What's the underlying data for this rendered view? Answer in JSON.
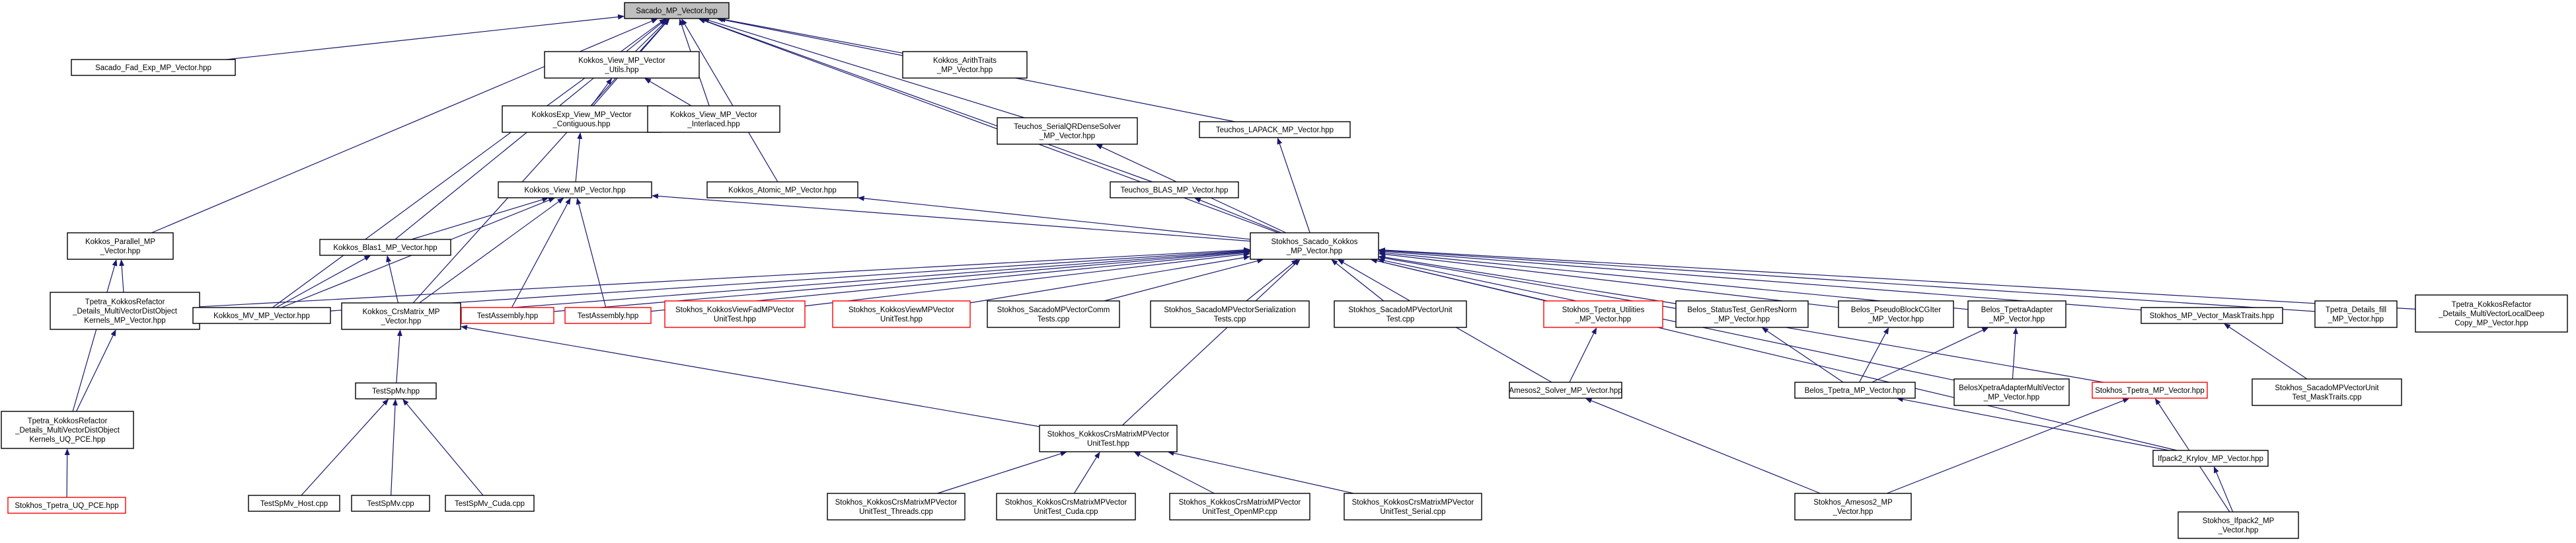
{
  "colors": {
    "edge": "#191970",
    "node_border": "#000000",
    "missing_border": "#ff0000",
    "root_fill": "#bfbfbf",
    "node_fill": "#ffffff"
  },
  "nodes": [
    {
      "id": "root",
      "label": [
        "Sacado_MP_Vector.hpp"
      ],
      "style": "root"
    },
    {
      "id": "fad_exp",
      "label": [
        "Sacado_Fad_Exp_MP_Vector.hpp"
      ]
    },
    {
      "id": "view_utils",
      "label": [
        "Kokkos_View_MP_Vector",
        "_Utils.hpp"
      ]
    },
    {
      "id": "arith",
      "label": [
        "Kokkos_ArithTraits",
        "_MP_Vector.hpp"
      ]
    },
    {
      "id": "exp_contig",
      "label": [
        "KokkosExp_View_MP_Vector",
        "_Contiguous.hpp"
      ]
    },
    {
      "id": "view_interlaced",
      "label": [
        "Kokkos_View_MP_Vector",
        "_Interlaced.hpp"
      ]
    },
    {
      "id": "serialqr",
      "label": [
        "Teuchos_SerialQRDenseSolver",
        "_MP_Vector.hpp"
      ]
    },
    {
      "id": "lapack",
      "label": [
        "Teuchos_LAPACK_MP_Vector.hpp"
      ]
    },
    {
      "id": "view_mp",
      "label": [
        "Kokkos_View_MP_Vector.hpp"
      ]
    },
    {
      "id": "atomic",
      "label": [
        "Kokkos_Atomic_MP_Vector.hpp"
      ]
    },
    {
      "id": "blas",
      "label": [
        "Teuchos_BLAS_MP_Vector.hpp"
      ]
    },
    {
      "id": "parallel",
      "label": [
        "Kokkos_Parallel_MP",
        "_Vector.hpp"
      ]
    },
    {
      "id": "blas1",
      "label": [
        "Kokkos_Blas1_MP_Vector.hpp"
      ]
    },
    {
      "id": "stokhos_sk",
      "label": [
        "Stokhos_Sacado_Kokkos",
        "_MP_Vector.hpp"
      ]
    },
    {
      "id": "tpetra_refactor",
      "label": [
        "Tpetra_KokkosRefactor",
        "_Details_MultiVectorDistObject",
        "Kernels_MP_Vector.hpp"
      ]
    },
    {
      "id": "mv",
      "label": [
        "Kokkos_MV_MP_Vector.hpp"
      ]
    },
    {
      "id": "crsmatrix",
      "label": [
        "Kokkos_CrsMatrix_MP",
        "_Vector.hpp"
      ]
    },
    {
      "id": "testasm1",
      "label": [
        "TestAssembly.hpp"
      ],
      "style": "missing"
    },
    {
      "id": "testasm2",
      "label": [
        "TestAssembly.hpp"
      ],
      "style": "missing"
    },
    {
      "id": "viewfad",
      "label": [
        "Stokhos_KokkosViewFadMPVector",
        "UnitTest.hpp"
      ],
      "style": "missing"
    },
    {
      "id": "viewmp",
      "label": [
        "Stokhos_KokkosViewMPVector",
        "UnitTest.hpp"
      ],
      "style": "missing"
    },
    {
      "id": "comm",
      "label": [
        "Stokhos_SacadoMPVectorComm",
        "Tests.cpp"
      ]
    },
    {
      "id": "serial",
      "label": [
        "Stokhos_SacadoMPVectorSerialization",
        "Tests.cpp"
      ]
    },
    {
      "id": "unit",
      "label": [
        "Stokhos_SacadoMPVectorUnit",
        "Test.cpp"
      ]
    },
    {
      "id": "tpetra_util",
      "label": [
        "Stokhos_Tpetra_Utilities",
        "_MP_Vector.hpp"
      ],
      "style": "missing"
    },
    {
      "id": "belos_status",
      "label": [
        "Belos_StatusTest_GenResNorm",
        "_MP_Vector.hpp"
      ]
    },
    {
      "id": "belos_pseudo",
      "label": [
        "Belos_PseudoBlockCGIter",
        "_MP_Vector.hpp"
      ]
    },
    {
      "id": "belos_tadapt",
      "label": [
        "Belos_TpetraAdapter",
        "_MP_Vector.hpp"
      ]
    },
    {
      "id": "mask",
      "label": [
        "Stokhos_MP_Vector_MaskTraits.hpp"
      ]
    },
    {
      "id": "tpetra_fill",
      "label": [
        "Tpetra_Details_fill",
        "_MP_Vector.hpp"
      ]
    },
    {
      "id": "tpetra_local",
      "label": [
        "Tpetra_KokkosRefactor",
        "_Details_MultiVectorLocalDeep",
        "Copy_MP_Vector.hpp"
      ]
    },
    {
      "id": "tpetra_pce",
      "label": [
        "Tpetra_KokkosRefactor",
        "_Details_MultiVectorDistObject",
        "Kernels_UQ_PCE.hpp"
      ]
    },
    {
      "id": "testspmv",
      "label": [
        "TestSpMv.hpp"
      ]
    },
    {
      "id": "crs_unit",
      "label": [
        "Stokhos_KokkosCrsMatrixMPVector",
        "UnitTest.hpp"
      ]
    },
    {
      "id": "amesos2_solver",
      "label": [
        "Amesos2_Solver_MP_Vector.hpp"
      ]
    },
    {
      "id": "belos_tpetra",
      "label": [
        "Belos_Tpetra_MP_Vector.hpp"
      ]
    },
    {
      "id": "belos_xpetra",
      "label": [
        "BelosXpetraAdapterMultiVector",
        "_MP_Vector.hpp"
      ]
    },
    {
      "id": "stokhos_tpetra",
      "label": [
        "Stokhos_Tpetra_MP_Vector.hpp"
      ],
      "style": "missing"
    },
    {
      "id": "mask_unit",
      "label": [
        "Stokhos_SacadoMPVectorUnit",
        "Test_MaskTraits.cpp"
      ]
    },
    {
      "id": "uq_pce",
      "label": [
        "Stokhos_Tpetra_UQ_PCE.hpp"
      ],
      "style": "missing"
    },
    {
      "id": "spmv_host",
      "label": [
        "TestSpMv_Host.cpp"
      ]
    },
    {
      "id": "spmv",
      "label": [
        "TestSpMv.cpp"
      ]
    },
    {
      "id": "spmv_cuda",
      "label": [
        "TestSpMv_Cuda.cpp"
      ]
    },
    {
      "id": "crs_threads",
      "label": [
        "Stokhos_KokkosCrsMatrixMPVector",
        "UnitTest_Threads.cpp"
      ]
    },
    {
      "id": "crs_cuda",
      "label": [
        "Stokhos_KokkosCrsMatrixMPVector",
        "UnitTest_Cuda.cpp"
      ]
    },
    {
      "id": "crs_openmp",
      "label": [
        "Stokhos_KokkosCrsMatrixMPVector",
        "UnitTest_OpenMP.cpp"
      ]
    },
    {
      "id": "crs_serial",
      "label": [
        "Stokhos_KokkosCrsMatrixMPVector",
        "UnitTest_Serial.cpp"
      ]
    },
    {
      "id": "amesos2_mp",
      "label": [
        "Stokhos_Amesos2_MP",
        "_Vector.hpp"
      ]
    },
    {
      "id": "ifpack2_krylov",
      "label": [
        "Ifpack2_Krylov_MP_Vector.hpp"
      ]
    },
    {
      "id": "ifpack2_mp",
      "label": [
        "Stokhos_Ifpack2_MP",
        "_Vector.hpp"
      ]
    }
  ],
  "edges": [
    [
      "root",
      "fad_exp"
    ],
    [
      "root",
      "view_utils"
    ],
    [
      "root",
      "arith"
    ],
    [
      "root",
      "exp_contig"
    ],
    [
      "root",
      "view_interlaced"
    ],
    [
      "root",
      "serialqr"
    ],
    [
      "root",
      "lapack"
    ],
    [
      "root",
      "atomic"
    ],
    [
      "root",
      "blas"
    ],
    [
      "root",
      "parallel"
    ],
    [
      "root",
      "blas1"
    ],
    [
      "root",
      "stokhos_sk"
    ],
    [
      "root",
      "mv"
    ],
    [
      "root",
      "crsmatrix"
    ],
    [
      "view_utils",
      "exp_contig"
    ],
    [
      "view_utils",
      "view_interlaced"
    ],
    [
      "exp_contig",
      "view_mp"
    ],
    [
      "serialqr",
      "stokhos_sk"
    ],
    [
      "lapack",
      "stokhos_sk"
    ],
    [
      "blas",
      "stokhos_sk"
    ],
    [
      "atomic",
      "stokhos_sk"
    ],
    [
      "view_mp",
      "stokhos_sk"
    ],
    [
      "view_mp",
      "blas1"
    ],
    [
      "view_mp",
      "crsmatrix"
    ],
    [
      "view_mp",
      "testasm1"
    ],
    [
      "view_mp",
      "testasm2"
    ],
    [
      "view_mp",
      "mv"
    ],
    [
      "parallel",
      "tpetra_refactor"
    ],
    [
      "parallel",
      "tpetra_pce"
    ],
    [
      "tpetra_refactor",
      "tpetra_pce"
    ],
    [
      "tpetra_pce",
      "uq_pce"
    ],
    [
      "blas1",
      "mv"
    ],
    [
      "blas1",
      "crsmatrix"
    ],
    [
      "crsmatrix",
      "testspmv"
    ],
    [
      "crsmatrix",
      "crs_unit"
    ],
    [
      "testspmv",
      "spmv_host"
    ],
    [
      "testspmv",
      "spmv"
    ],
    [
      "testspmv",
      "spmv_cuda"
    ],
    [
      "crs_unit",
      "crs_threads"
    ],
    [
      "crs_unit",
      "crs_cuda"
    ],
    [
      "crs_unit",
      "crs_openmp"
    ],
    [
      "crs_unit",
      "crs_serial"
    ],
    [
      "stokhos_sk",
      "tpetra_refactor"
    ],
    [
      "stokhos_sk",
      "mv"
    ],
    [
      "stokhos_sk",
      "crsmatrix"
    ],
    [
      "stokhos_sk",
      "testasm1"
    ],
    [
      "stokhos_sk",
      "testasm2"
    ],
    [
      "stokhos_sk",
      "viewfad"
    ],
    [
      "stokhos_sk",
      "viewmp"
    ],
    [
      "stokhos_sk",
      "comm"
    ],
    [
      "stokhos_sk",
      "serial"
    ],
    [
      "stokhos_sk",
      "unit"
    ],
    [
      "stokhos_sk",
      "tpetra_util"
    ],
    [
      "stokhos_sk",
      "belos_status"
    ],
    [
      "stokhos_sk",
      "belos_pseudo"
    ],
    [
      "stokhos_sk",
      "belos_tadapt"
    ],
    [
      "stokhos_sk",
      "mask"
    ],
    [
      "stokhos_sk",
      "tpetra_fill"
    ],
    [
      "stokhos_sk",
      "tpetra_local"
    ],
    [
      "stokhos_sk",
      "crs_unit"
    ],
    [
      "stokhos_sk",
      "amesos2_solver"
    ],
    [
      "stokhos_sk",
      "belos_xpetra"
    ],
    [
      "stokhos_sk",
      "stokhos_tpetra"
    ],
    [
      "stokhos_sk",
      "ifpack2_krylov"
    ],
    [
      "tpetra_util",
      "amesos2_solver"
    ],
    [
      "amesos2_solver",
      "amesos2_mp"
    ],
    [
      "belos_status",
      "belos_tpetra"
    ],
    [
      "belos_pseudo",
      "belos_tpetra"
    ],
    [
      "belos_tadapt",
      "belos_tpetra"
    ],
    [
      "belos_tadapt",
      "belos_xpetra"
    ],
    [
      "belos_tpetra",
      "ifpack2_krylov"
    ],
    [
      "mask",
      "mask_unit"
    ],
    [
      "stokhos_tpetra",
      "amesos2_mp"
    ],
    [
      "stokhos_tpetra",
      "ifpack2_mp"
    ],
    [
      "ifpack2_krylov",
      "ifpack2_mp"
    ]
  ]
}
